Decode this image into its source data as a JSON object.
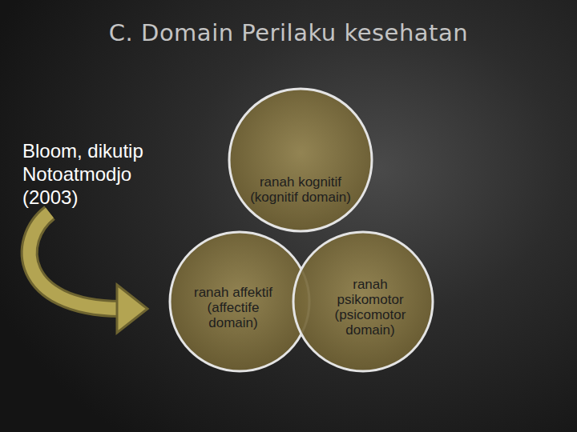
{
  "diagram": {
    "title": "C. Domain Perilaku kesehatan",
    "nodes": [
      {
        "text": [
          "ranah kognitif (kognitif domain)"
        ]
      },
      {
        "text": [
          "ranah affektif (affectife domain)"
        ]
      },
      {
        "text": [
          "ranah psikomotor (psicomotor domain)"
        ]
      }
    ],
    "labels": [
      "Bloom, dikutip Notoatmodjo (2003)"
    ]
  }
}
